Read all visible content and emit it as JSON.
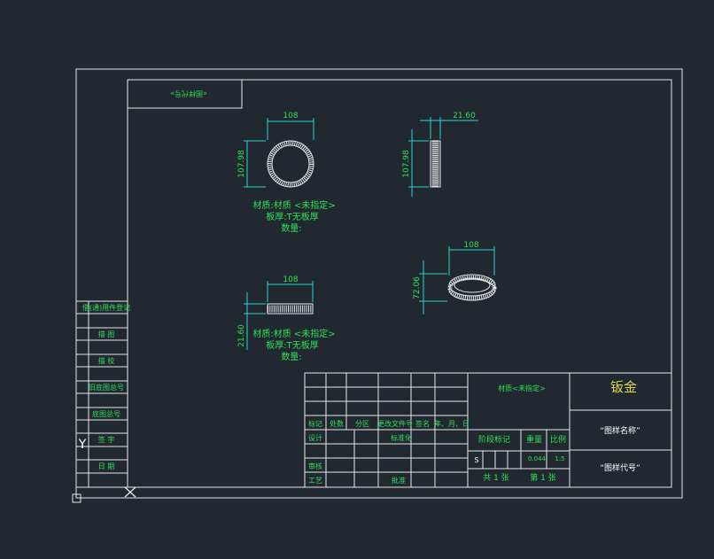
{
  "drawing": {
    "code_box_text": "«图样代号»",
    "dimensions": {
      "front_width": "108",
      "front_height": "107.98",
      "side_width": "21.60",
      "side_height": "107.98",
      "bottom_width": "108",
      "bottom_height": "21.60",
      "iso_width": "108",
      "iso_height": "72.06"
    },
    "note1": {
      "material": "材质:材质 <未指定>",
      "thickness": "板厚:T无板厚",
      "qty": "数量:"
    },
    "note2": {
      "material": "材质:材质 <未指定>",
      "thickness": "板厚:T无板厚",
      "qty": "数量:"
    }
  },
  "left_strip": [
    "借(通)用件登记",
    "描  图",
    "描  校",
    "旧底图总号",
    "底图总号",
    "签  字",
    "日  期"
  ],
  "title_block": {
    "material": "材质<未指定>",
    "type": "钣金",
    "drawing_name": "“图样名称”",
    "drawing_code": "“图样代号”",
    "header_row": [
      "标记",
      "处数",
      "分区",
      "更改文件号",
      "签名",
      "年、月、日"
    ],
    "design": "设计",
    "standardize": "标准化",
    "check": "审核",
    "process": "工艺",
    "approve": "批准",
    "stage_mark": "阶段标记",
    "weight": "重量",
    "scale": "比例",
    "stage_s": "S",
    "weight_value": "0.044",
    "scale_value": "1:5",
    "total_sheets": "共 1 张",
    "sheet_no": "第 1 张"
  },
  "ucs": {
    "y_label": "Y"
  }
}
